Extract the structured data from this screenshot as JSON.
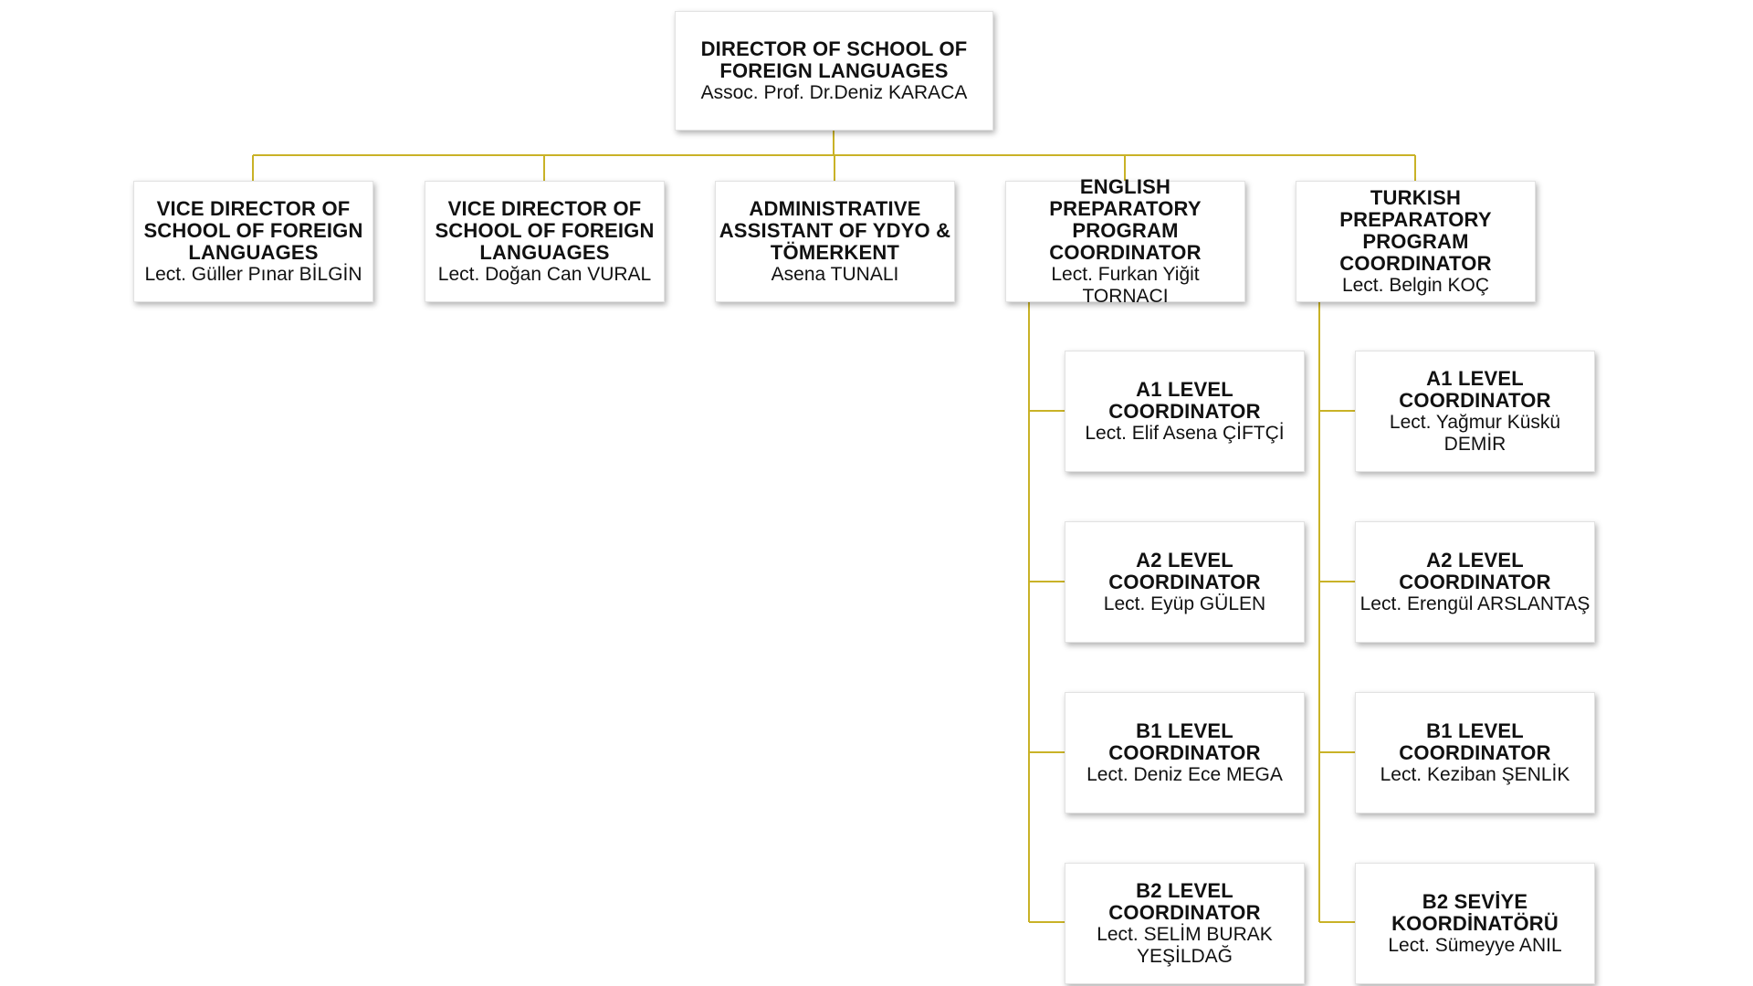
{
  "colors": {
    "connector": "#c9b227",
    "box_background": "#ffffff",
    "text": "#111111"
  },
  "director": {
    "role": "DIRECTOR OF SCHOOL OF FOREIGN LANGUAGES",
    "person": "Assoc. Prof. Dr.Deniz KARACA"
  },
  "second_level": [
    {
      "role": "VICE DIRECTOR OF SCHOOL OF FOREIGN LANGUAGES",
      "person": "Lect. Güller Pınar BİLGİN"
    },
    {
      "role": "VICE DIRECTOR OF SCHOOL OF FOREIGN LANGUAGES",
      "person": "Lect. Doğan Can VURAL"
    },
    {
      "role": "ADMINISTRATIVE ASSISTANT OF YDYO & TÖMERKENT",
      "person": "Asena TUNALI"
    },
    {
      "role": "ENGLISH PREPARATORY PROGRAM COORDINATOR",
      "person": "Lect. Furkan Yiğit TORNACI"
    },
    {
      "role": "TURKISH PREPARATORY PROGRAM COORDINATOR",
      "person": "Lect. Belgin KOÇ"
    }
  ],
  "english_levels": [
    {
      "role": "A1 LEVEL COORDINATOR",
      "person": "Lect. Elif Asena ÇİFTÇİ"
    },
    {
      "role": "A2 LEVEL COORDINATOR",
      "person": "Lect. Eyüp GÜLEN"
    },
    {
      "role": "B1 LEVEL COORDINATOR",
      "person": "Lect. Deniz Ece MEGA"
    },
    {
      "role": "B2 LEVEL COORDINATOR",
      "person": "Lect. SELİM BURAK YEŞİLDAĞ"
    }
  ],
  "turkish_levels": [
    {
      "role": "A1 LEVEL COORDINATOR",
      "person": "Lect. Yağmur Küskü DEMİR"
    },
    {
      "role": "A2 LEVEL COORDINATOR",
      "person": "Lect. Erengül ARSLANTAŞ"
    },
    {
      "role": "B1 LEVEL COORDINATOR",
      "person": "Lect. Keziban ŞENLİK"
    },
    {
      "role": "B2 SEVİYE KOORDİNATÖRÜ",
      "person": "Lect. Sümeyye ANIL"
    }
  ]
}
